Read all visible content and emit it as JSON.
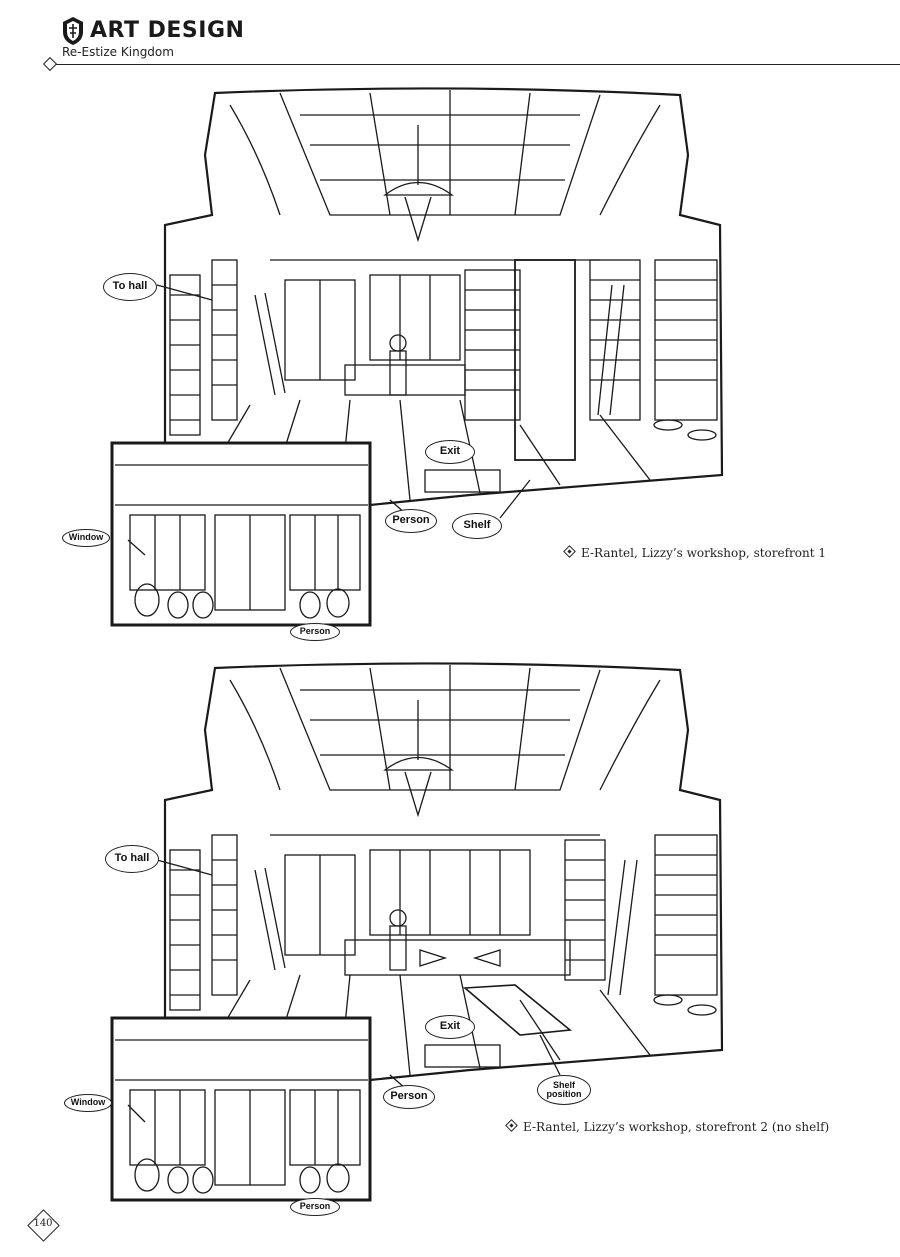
{
  "header": {
    "title": "ART DESIGN",
    "subtitle": "Re-Estize Kingdom",
    "crest_icon": "kingdom-crest-icon"
  },
  "illustrations": [
    {
      "labels": {
        "to_hall": "To hall",
        "exit": "Exit",
        "person": "Person",
        "shelf": "Shelf",
        "window": "Window",
        "inset_person": "Person"
      },
      "caption": "E-Rantel, Lizzy’s workshop, storefront 1"
    },
    {
      "labels": {
        "to_hall": "To hall",
        "exit": "Exit",
        "person": "Person",
        "shelf": "Shelf position",
        "window": "Window",
        "inset_person": "Person"
      },
      "caption": "E-Rantel, Lizzy’s workshop, storefront 2 (no shelf)"
    }
  ],
  "footer": {
    "page_number": "140"
  },
  "colors": {
    "ink": "#1a1a1a",
    "paper": "#ffffff"
  }
}
